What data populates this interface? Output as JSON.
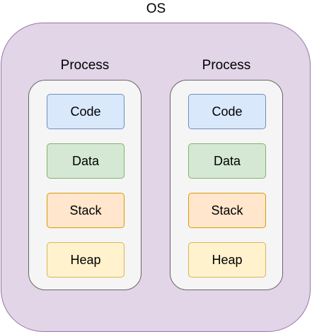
{
  "os": {
    "label": "OS",
    "fill": "#e1d5e7",
    "stroke": "#9673a6"
  },
  "process_style": {
    "fill": "#f5f5f5",
    "stroke": "#666666"
  },
  "processes": [
    {
      "label": "Process",
      "segments": [
        {
          "label": "Code",
          "fill": "#dae8fc",
          "stroke": "#6c8ebf"
        },
        {
          "label": "Data",
          "fill": "#d5e8d4",
          "stroke": "#82b366"
        },
        {
          "label": "Stack",
          "fill": "#ffe6cc",
          "stroke": "#d79b00"
        },
        {
          "label": "Heap",
          "fill": "#fff2cc",
          "stroke": "#d6b656"
        }
      ]
    },
    {
      "label": "Process",
      "segments": [
        {
          "label": "Code",
          "fill": "#dae8fc",
          "stroke": "#6c8ebf"
        },
        {
          "label": "Data",
          "fill": "#d5e8d4",
          "stroke": "#82b366"
        },
        {
          "label": "Stack",
          "fill": "#ffe6cc",
          "stroke": "#d79b00"
        },
        {
          "label": "Heap",
          "fill": "#fff2cc",
          "stroke": "#d6b656"
        }
      ]
    }
  ]
}
